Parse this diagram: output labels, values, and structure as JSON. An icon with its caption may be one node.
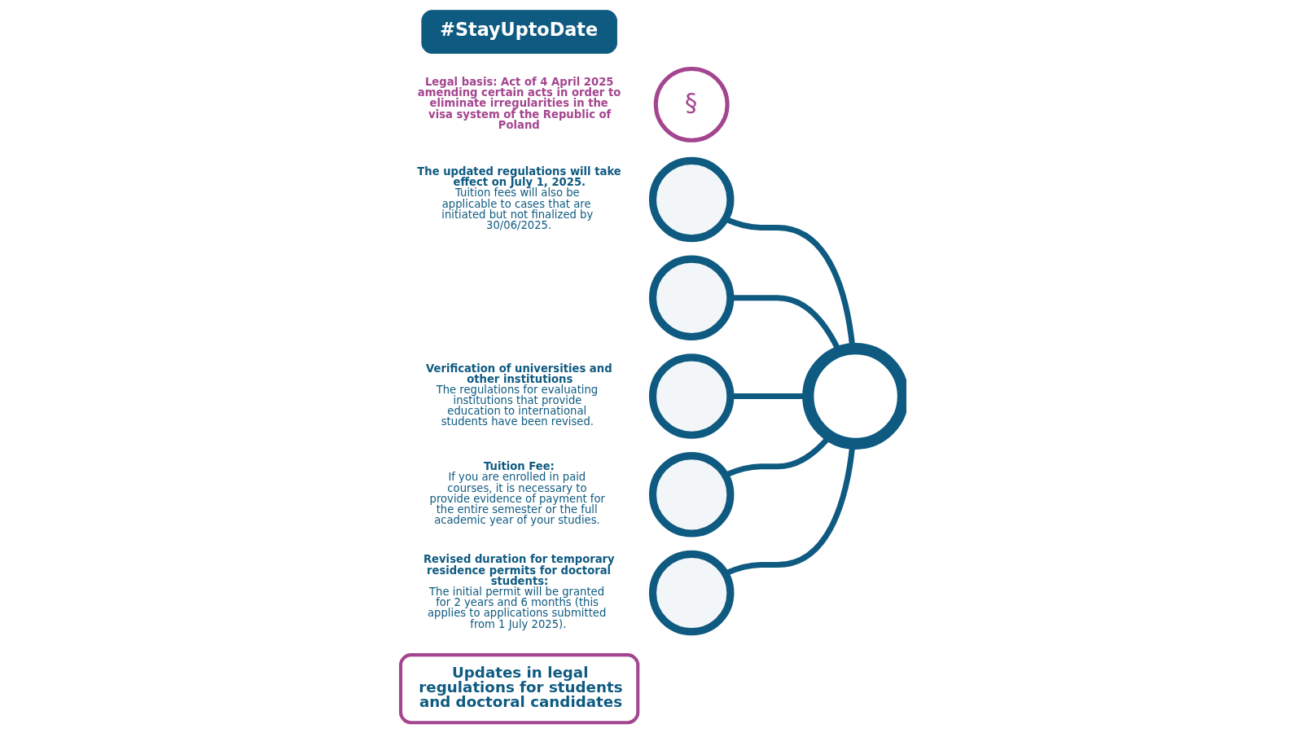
{
  "diagram": {
    "nodes": [
      {
        "text": [
          "Updates in legal regulations for students and doctoral candidates"
        ]
      },
      {
        "text": [],
        "shape": "circle",
        "beside": [
          "Revised duration for temporary residence permits for doctoral students:",
          "The initial permit will be granted for 2 years and 6 months (this applies to applications submitted from 1 July 2025)."
        ]
      },
      {
        "text": [],
        "shape": "circle",
        "beside": [
          "The updated regulations will take effect on July 1, 2025.",
          "Tuition fees will also be applicable to cases that are initiated but not finalized by 30/06/2025."
        ]
      },
      {
        "text": [],
        "shape": "circle"
      },
      {
        "text": [],
        "shape": "circle",
        "beside": [
          "Verification of universities and other institutions",
          "The regulations for evaluating institutions that provide education to international students have been revised."
        ]
      },
      {
        "text": [],
        "shape": "circle",
        "beside": [
          "Tuition Fee:",
          "If you are enrolled in paid courses, it is necessary to provide evidence of payment for the entire semester or the full academic year of your studies."
        ]
      },
      {
        "text": [],
        "shape": "circle"
      },
      {
        "text": [
          "§"
        ],
        "beside": [
          "Legal basis: Act of 4 April 2025 amending certain acts in order to eliminate irregularities in the visa system of the Republic of Poland"
        ]
      },
      {
        "text": [
          "#StayUptoDate"
        ]
      }
    ],
    "edges": [
      {
        "from": 1,
        "to": 6,
        "arrow": "none"
      },
      {
        "from": 2,
        "to": 6,
        "arrow": "none"
      },
      {
        "from": 3,
        "to": 6,
        "arrow": "none"
      },
      {
        "from": 4,
        "to": 6,
        "arrow": "none"
      },
      {
        "from": 5,
        "to": 6,
        "arrow": "none"
      }
    ]
  }
}
